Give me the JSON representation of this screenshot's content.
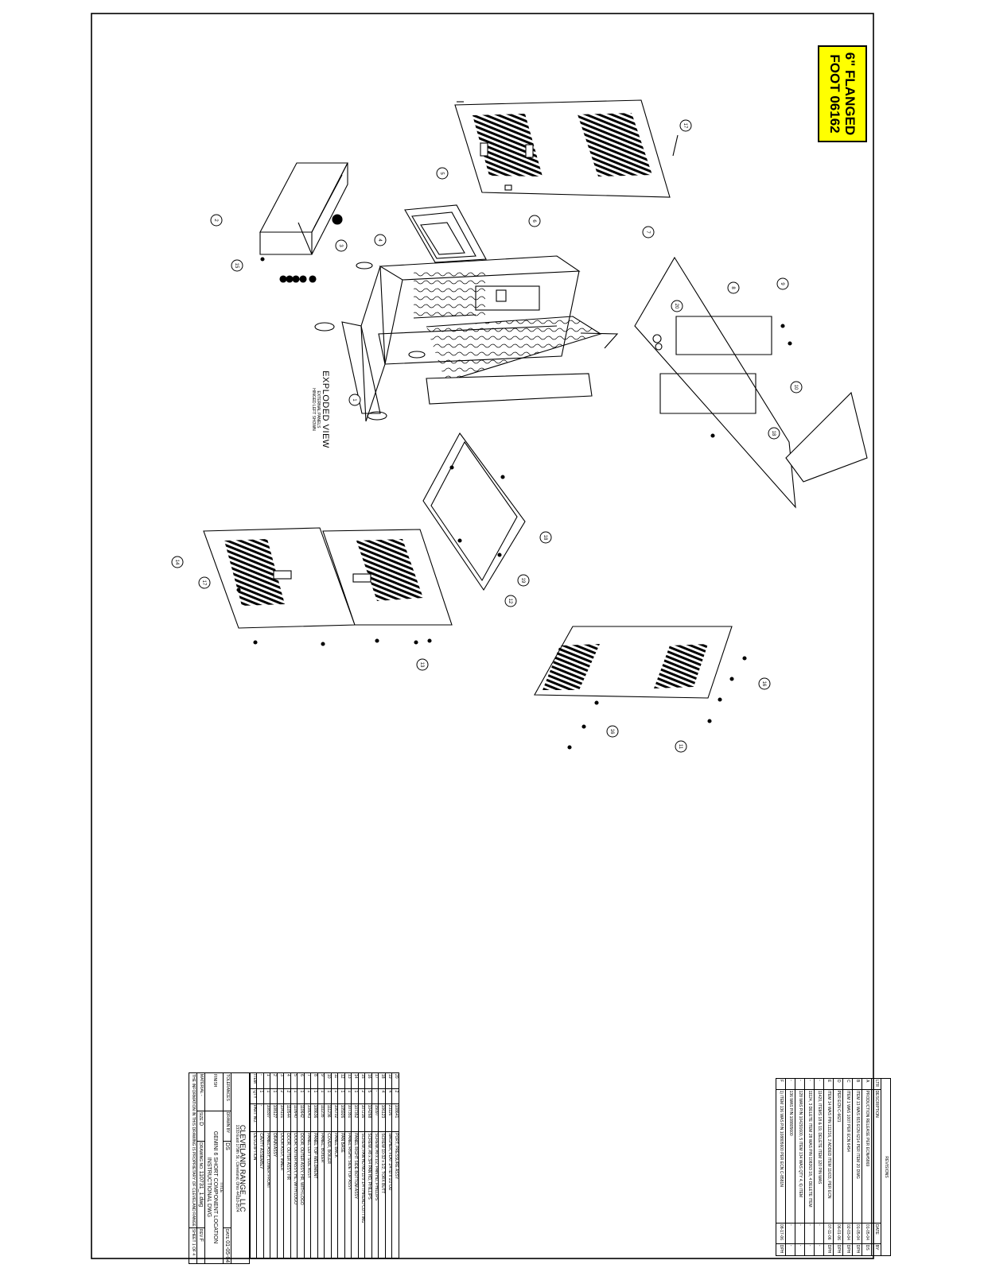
{
  "note_box": {
    "line1": "6\" FLANGED",
    "line2": "FOOT 06162"
  },
  "exploded_view": {
    "title": "EXPLODED VIEW",
    "sub1": "EXTERNAL PANELS",
    "sub2": "HINGED LEFT SHOWN"
  },
  "bom": {
    "headers": [
      "ITEM",
      "QTY",
      "PART NO.",
      "DESCRIPTION"
    ],
    "rows": [
      [
        "20",
        "2",
        "108641",
        "PORT, PRESSURE ASSY"
      ],
      [
        "19",
        "4",
        "23116",
        "WASHER, FLAT 1/4 ID x 1/2 OD"
      ],
      [
        "18",
        "4",
        "106123",
        "SCREW 10-32 x 1/2, TORX BUTT"
      ],
      [
        "17",
        "-",
        "15097",
        "SCREW, #8 x 1/2, PAN HD, PHILLIPS"
      ],
      [
        "16",
        "5",
        "104268",
        "SCREW, #8 x 3/4 PAN HD, PHILLIPS"
      ],
      [
        "15",
        "2",
        "107216",
        "SCREW, PAN HD NO 10 x 1/4 THREAD CUTTING"
      ],
      [
        "14",
        "1",
        "107352",
        "PANEL RIGHT SIDE BOTTOM ASSY"
      ],
      [
        "13",
        "1",
        "107351",
        "PANEL RIGHT SIDE TOP ASSY"
      ],
      [
        "12",
        "1",
        "105926",
        "PAN BASE"
      ],
      [
        "11",
        "1",
        "106702",
        "PANEL BACK"
      ],
      [
        "10",
        "1",
        "111236",
        "COVER, BOILER"
      ],
      [
        "9",
        "1",
        "111235",
        "PANEL, BOILER"
      ],
      [
        "8",
        "1",
        "108636",
        "PANEL TOP WELDMENT"
      ],
      [
        "7",
        "1",
        "108043",
        "PANEL LEFT SIDE ASSY"
      ],
      [
        "6",
        "1",
        "110642",
        "DOOR, OUTER ASSY, HR, WITH LOGO"
      ],
      [
        "5",
        "1",
        "110640",
        "DOOR, OUTER ASSY, HL, WITH LOGO"
      ],
      [
        "4",
        "2",
        "110544",
        "DOOR, OUTER ASSY, HR"
      ],
      [
        "3",
        "2",
        "104101",
        "DOOR ASSY, INNER"
      ],
      [
        "2",
        "1",
        "108127",
        "DRAIN ASSY"
      ],
      [
        "1",
        "1",
        "108307",
        "PANEL ASSY, LOWER FRONT"
      ],
      [
        "-",
        "1",
        "-",
        "CAVITY ASSEMBLY"
      ]
    ]
  },
  "company": {
    "name": "CLEVELAND RANGE, LLC",
    "address": "1333 East 179th St., Cleveland, Ohio 44110-2574"
  },
  "title_block": {
    "tolerances_label": "TOLERANCES",
    "drawn_by_label": "DRAWN BY",
    "drawn_by": "DS",
    "date_label": "DATE",
    "date": "01-05-04",
    "title_label": "TITLE",
    "title_line1": "GEMINI 6 SHORT COMPONENT LOCATION",
    "title_line2": "INSTRUCTIONAL DWG",
    "size_label": "SIZE",
    "size": "D",
    "drawing_no_label": "DRAWING NO.",
    "drawing_no": "110731_1.dwg",
    "rev_label": "REV",
    "rev": "F",
    "sheet": "SHEET 1 OF 4",
    "material_label": "MATERIAL",
    "finish_label": "FINISH",
    "dash": "-",
    "proprietary": "THE INFORMATION IN THIS DRAWING IS PROPRIETARY OF CLEVELAND RANGE"
  },
  "revisions": {
    "title": "REVISIONS",
    "headers": [
      "LTR",
      "DESCRIPTION",
      "DATE",
      "BY"
    ],
    "rows": [
      [
        "A",
        "PRODUCTION RELEASE PER ECN#5869",
        "01-05-04",
        "DS"
      ],
      [
        "B",
        "ITEM 13 WAS 815 ECN 6214 PER ITEM 20 DWG",
        "01-05-04",
        "DPH"
      ],
      [
        "C",
        "ITEM 1 WAS 1007 PER ECN 6454",
        "02-03-04",
        "DPH"
      ],
      [
        "D",
        "PER ECN C-6621",
        "06-01-06",
        "DPH"
      ],
      [
        "E",
        "ITEM 14 WAS P/N 111216, 2 ADDED ITEM 11633, PER ECN",
        "07-11-06",
        "DPH"
      ],
      [
        "-",
        "11420, ITEMS 18 & 19, DELETE ITEM 120 P/N WAS",
        "-",
        "-"
      ],
      [
        "-",
        "11124, 3 DELETE ITEM 28 WAS P/N 108263 18, 4 DELETE ITEM",
        "-",
        "-"
      ],
      [
        "-",
        "128 WAS P/N 104291600, 5 ITEM 134 WAS QTY 4, 6) ITEM",
        "-",
        "-"
      ],
      [
        "-",
        "136 WAS P/N 108805600",
        "-",
        "-"
      ],
      [
        "F",
        "1) ITEM 136 WAS P/N 108805600 PER ECN C-8581N",
        "08-17-06",
        "DPH"
      ]
    ]
  },
  "balloons": [
    "1",
    "2",
    "3",
    "4",
    "5",
    "6",
    "7",
    "8",
    "9",
    "10",
    "11",
    "12",
    "13",
    "14",
    "15",
    "16",
    "17",
    "18",
    "19",
    "20"
  ]
}
